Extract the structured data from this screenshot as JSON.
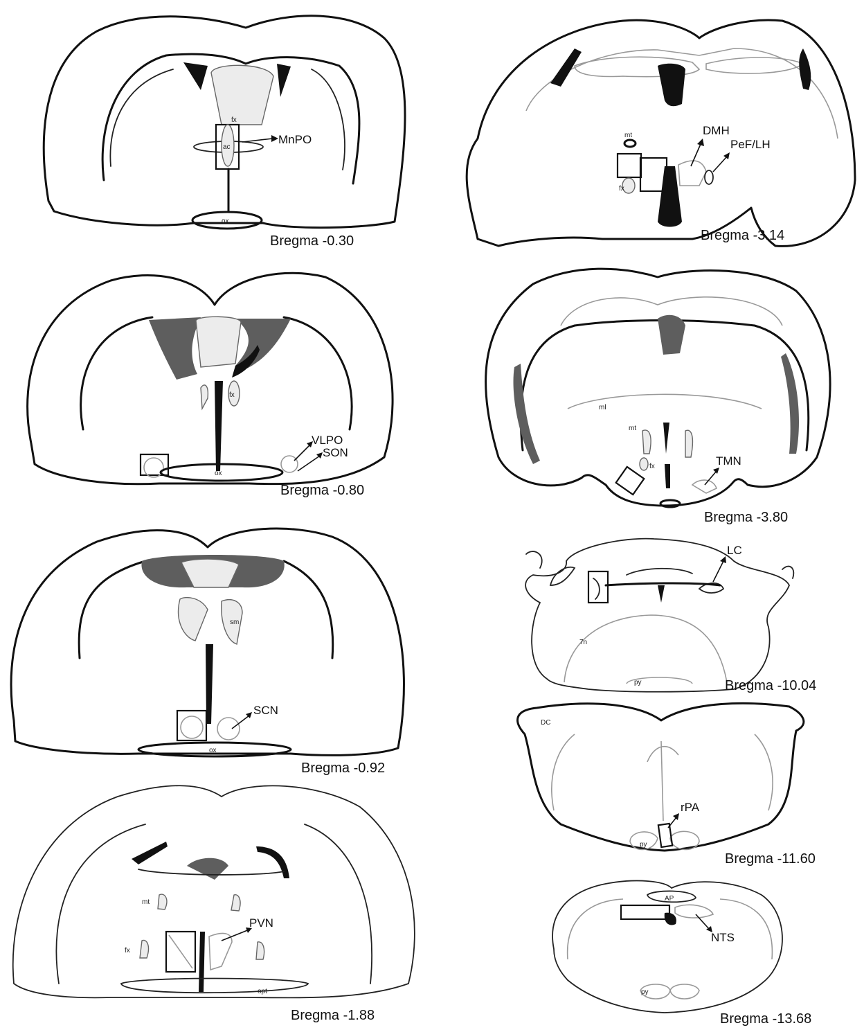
{
  "sections": [
    {
      "bregma": "Bregma -0.30",
      "nucleus": "MnPO",
      "structures": [
        "fx",
        "ac",
        "ox"
      ]
    },
    {
      "bregma": "Bregma -0.80",
      "nucleus": "VLPO",
      "nucleus2": "SON",
      "structures": [
        "fx",
        "ox"
      ]
    },
    {
      "bregma": "Bregma -0.92",
      "nucleus": "SCN",
      "structures": [
        "sm",
        "ox"
      ]
    },
    {
      "bregma": "Bregma -1.88",
      "nucleus": "PVN",
      "structures": [
        "mt",
        "fx",
        "opt"
      ]
    },
    {
      "bregma": "Bregma -3.14",
      "nucleus": "DMH",
      "nucleus2": "PeF/LH",
      "structures": [
        "mt",
        "fx"
      ]
    },
    {
      "bregma": "Bregma -3.80",
      "nucleus": "TMN",
      "structures": [
        "ml",
        "mt",
        "fx"
      ]
    },
    {
      "bregma": "Bregma -10.04",
      "nucleus": "LC",
      "structures": [
        "7n",
        "py"
      ]
    },
    {
      "bregma": "Bregma -11.60",
      "nucleus": "rPA",
      "structures": [
        "DC",
        "py"
      ]
    },
    {
      "bregma": "Bregma -13.68",
      "nucleus": "NTS",
      "structures": [
        "AP",
        "py"
      ]
    }
  ]
}
